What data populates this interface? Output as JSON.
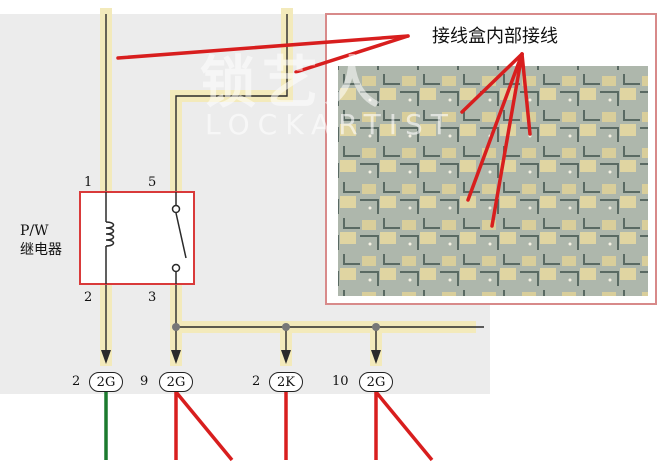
{
  "callout_label": "接线盒内部接线",
  "relay": {
    "name_line1": "P/W",
    "name_line2": "继电器"
  },
  "relay_pins": {
    "p1": "1",
    "p5": "5",
    "p2": "2",
    "p3": "3"
  },
  "connectors": [
    {
      "pin": "2",
      "code": "2G"
    },
    {
      "pin": "9",
      "code": "2G"
    },
    {
      "pin": "2",
      "code": "2K"
    },
    {
      "pin": "10",
      "code": "2G"
    }
  ],
  "watermark": {
    "brand_cn": "锁艺人",
    "brand_en": "LOCKARTIST"
  },
  "colors": {
    "panel_bg": "#ececec",
    "wire_highlight": "#f3eabb",
    "wire": "#2a2a2a",
    "relay_box": "#d93a3a",
    "pointer_red": "#d81e1e",
    "ground_green": "#1c7a2e",
    "photo_border": "#d88a8a"
  }
}
